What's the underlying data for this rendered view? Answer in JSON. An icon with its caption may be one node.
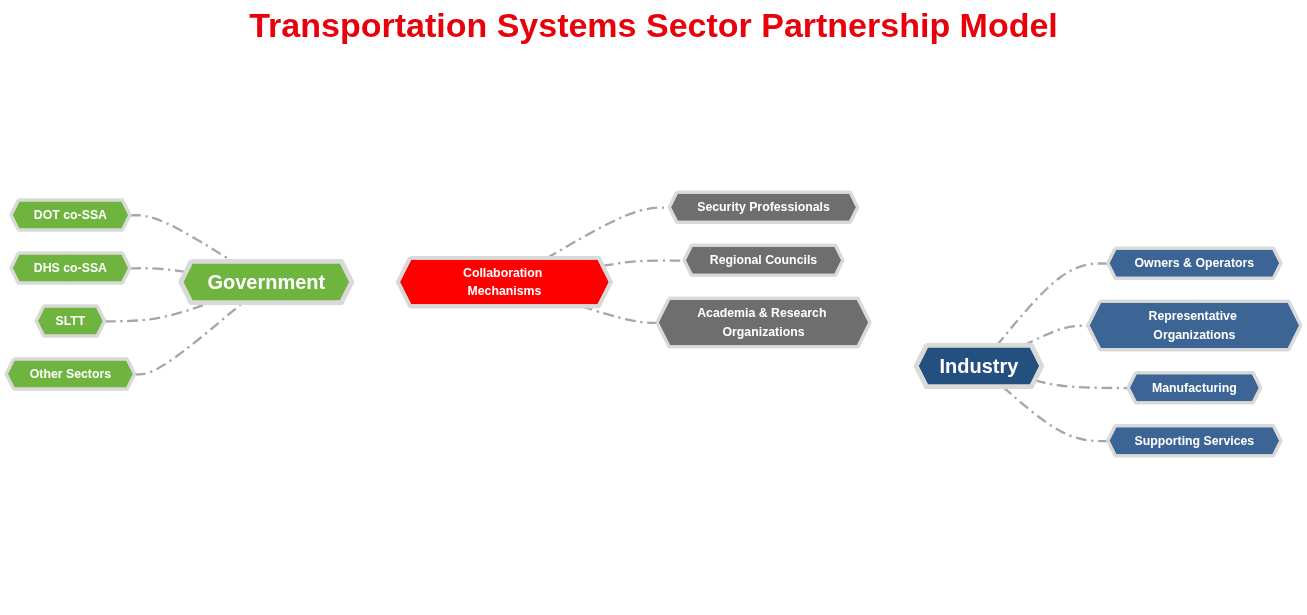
{
  "diagram": {
    "title": "Transportation Systems Sector Partnership Model",
    "nodes": [
      {
        "text": [
          "DOT co-SSA"
        ]
      },
      {
        "text": [
          "DHS co-SSA"
        ]
      },
      {
        "text": [
          "SLTT"
        ]
      },
      {
        "text": [
          "Other Sectors"
        ]
      },
      {
        "text": [
          "Government"
        ]
      },
      {
        "text": [
          "Collaboration Mechanisms"
        ]
      },
      {
        "text": [
          "Industry"
        ]
      },
      {
        "text": [
          "Owners & Operators"
        ]
      },
      {
        "text": [
          "Representative Organizations"
        ]
      },
      {
        "text": [
          "Manufacturing"
        ]
      },
      {
        "text": [
          "Supporting Services"
        ]
      },
      {
        "text": [
          "Security Professionals"
        ]
      },
      {
        "text": [
          "Regional Councils"
        ]
      },
      {
        "text": [
          "Academia & Research Organizations"
        ]
      }
    ],
    "edges": [
      {
        "from": 0,
        "to": 4,
        "arrow": "none",
        "style": "dashed"
      },
      {
        "from": 1,
        "to": 4,
        "arrow": "none",
        "style": "dashed"
      },
      {
        "from": 2,
        "to": 4,
        "arrow": "none",
        "style": "dashed"
      },
      {
        "from": 3,
        "to": 4,
        "arrow": "none",
        "style": "dashed"
      },
      {
        "from": 6,
        "to": 7,
        "arrow": "none",
        "style": "dashed"
      },
      {
        "from": 6,
        "to": 8,
        "arrow": "none",
        "style": "dashed"
      },
      {
        "from": 6,
        "to": 9,
        "arrow": "none",
        "style": "dashed"
      },
      {
        "from": 6,
        "to": 10,
        "arrow": "none",
        "style": "dashed"
      },
      {
        "from": 5,
        "to": 11,
        "arrow": "none",
        "style": "dashed"
      },
      {
        "from": 5,
        "to": 12,
        "arrow": "none",
        "style": "dashed"
      },
      {
        "from": 5,
        "to": 13,
        "arrow": "none",
        "style": "dashed"
      }
    ]
  }
}
